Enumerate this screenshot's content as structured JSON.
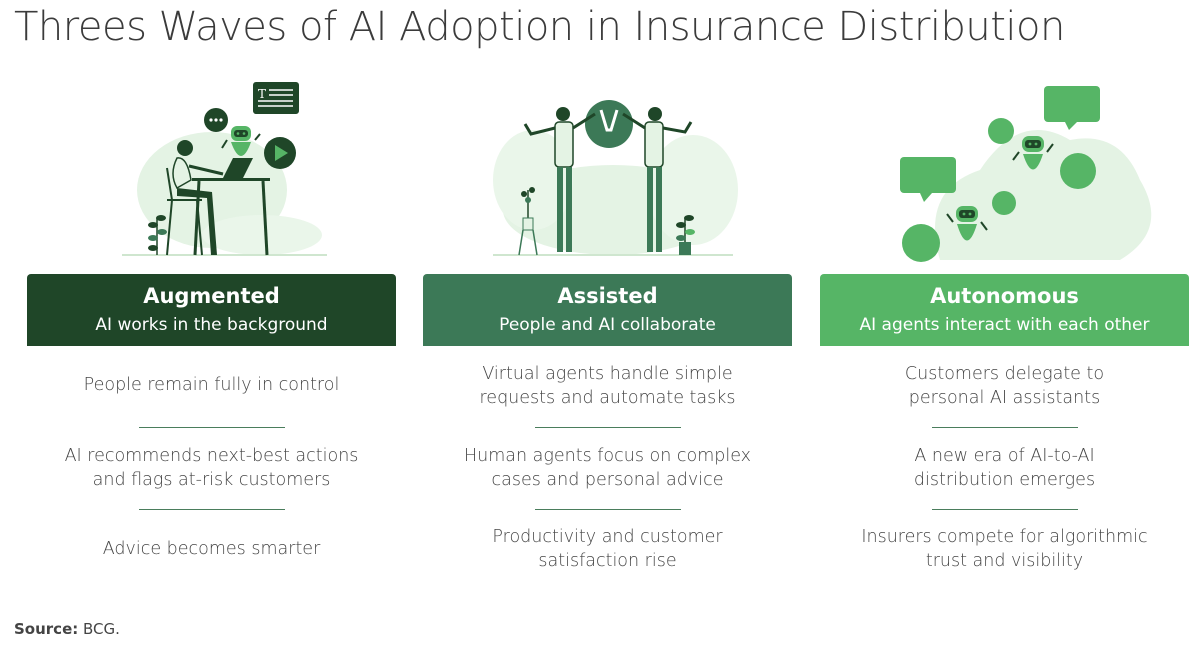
{
  "title": "Threes Waves of AI Adoption in Insurance Distribution",
  "colors": {
    "wave1": "#1f4628",
    "wave2": "#3c7957",
    "wave3": "#56b566",
    "light": "#e4f3e4"
  },
  "waves": [
    {
      "name": "Augmented",
      "subtitle": "AI works in the background",
      "points": [
        [
          "People remain fully in control"
        ],
        [
          "AI recommends next-best actions",
          "and flags at-risk customers"
        ],
        [
          "Advice becomes smarter"
        ]
      ]
    },
    {
      "name": "Assisted",
      "subtitle": "People and AI collaborate",
      "points": [
        [
          "Virtual agents handle simple",
          "requests and automate tasks"
        ],
        [
          "Human agents focus on complex",
          "cases and personal advice"
        ],
        [
          "Productivity and customer",
          "satisfaction rise"
        ]
      ]
    },
    {
      "name": "Autonomous",
      "subtitle": "AI agents interact with each other",
      "points": [
        [
          "Customers delegate to",
          "personal AI assistants"
        ],
        [
          "A new era of AI-to-AI",
          "distribution emerges"
        ],
        [
          "Insurers compete for algorithmic",
          "trust and visibility"
        ]
      ]
    }
  ],
  "source": {
    "label": "Source:",
    "value": "BCG."
  }
}
